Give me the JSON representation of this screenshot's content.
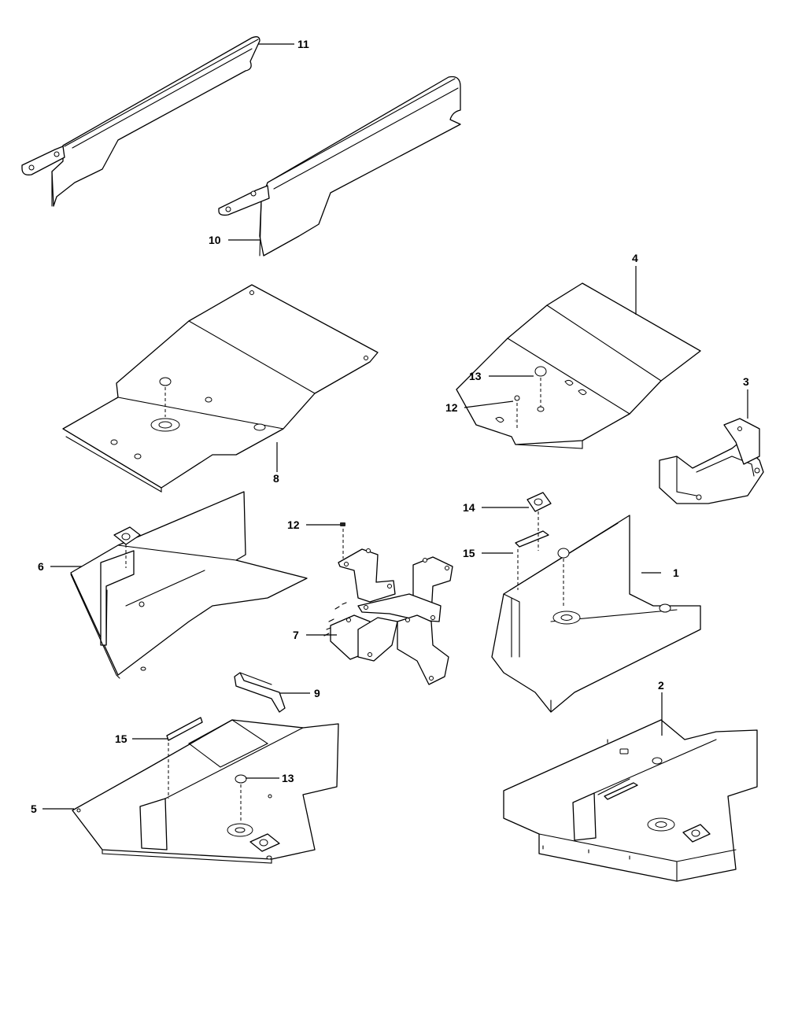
{
  "diagram": {
    "callouts": [
      "1",
      "2",
      "3",
      "4",
      "5",
      "6",
      "7",
      "8",
      "9",
      "10",
      "11",
      "12",
      "12",
      "13",
      "13",
      "14",
      "15",
      "15"
    ]
  }
}
